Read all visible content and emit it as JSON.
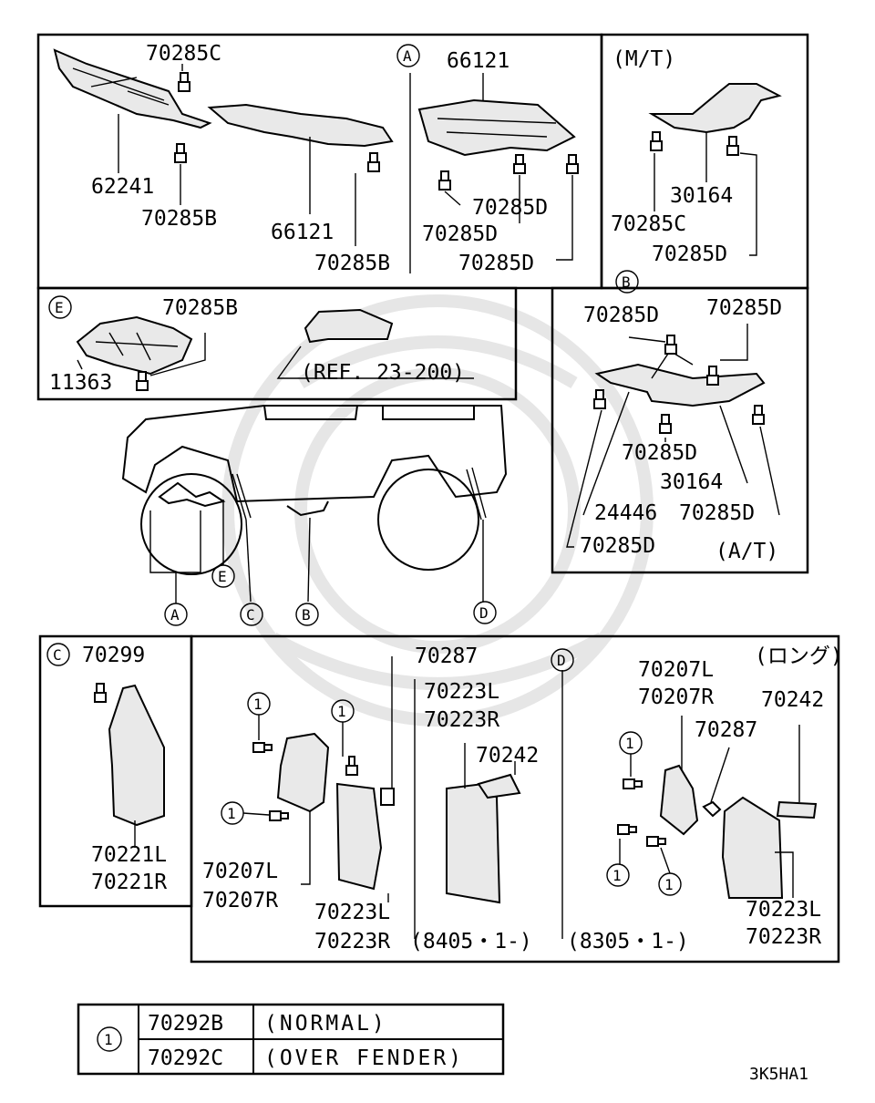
{
  "diagram_code": "3K5HA1",
  "callout_markers": {
    "A": "A",
    "B": "B",
    "C": "C",
    "D": "D",
    "E": "E",
    "one": "1"
  },
  "section_A": {
    "labels": [
      "70285C",
      "66121",
      "62241",
      "70285B",
      "66121",
      "70285B",
      "70285D",
      "70285D",
      "70285D"
    ]
  },
  "section_MT": {
    "title": "(M/T)",
    "labels": [
      "30164",
      "70285C",
      "70285D"
    ]
  },
  "section_B": {
    "title": "(A/T)",
    "labels": [
      "70285D",
      "70285D",
      "70285D",
      "30164",
      "24446",
      "70285D",
      "70285D"
    ]
  },
  "section_E": {
    "labels": [
      "70285B",
      "11363"
    ],
    "reference": "(REF. 23-200)"
  },
  "section_C": {
    "labels": [
      "70299",
      "70221L",
      "70221R"
    ]
  },
  "section_D": {
    "long_note": "(ロング)",
    "labels": [
      "70287",
      "70223L",
      "70223R",
      "70242",
      "70207L",
      "70207R",
      "70223L",
      "70223R",
      "70207L",
      "70207R",
      "70287",
      "70242",
      "70223L",
      "70223R"
    ],
    "serial_1": "(8405・1-)",
    "serial_2": "(8305・1-)"
  },
  "legend_table": {
    "rows": [
      {
        "part": "70292B",
        "note": "(NORMAL)"
      },
      {
        "part": "70292C",
        "note": "(OVER FENDER)"
      }
    ]
  }
}
